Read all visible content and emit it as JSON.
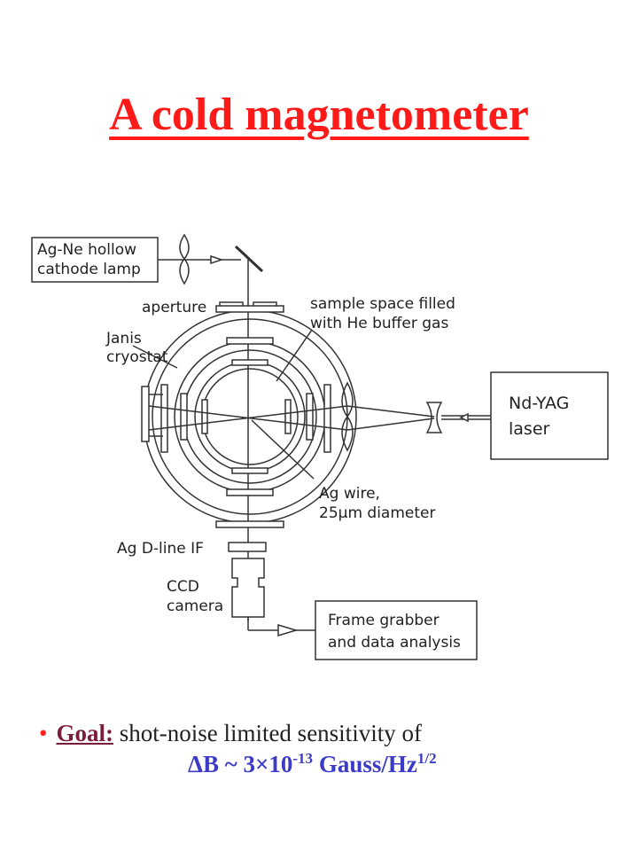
{
  "title": "A cold magnetometer",
  "diagram": {
    "lamp_line1": "Ag-Ne hollow",
    "lamp_line2": "cathode lamp",
    "aperture": "aperture",
    "cryostat_line1": "Janis",
    "cryostat_line2": "cryostat",
    "sample_line1": "sample space filled",
    "sample_line2": "with He buffer gas",
    "laser_line1": "Nd-YAG",
    "laser_line2": "laser",
    "wire_line1": "Ag wire,",
    "wire_line2": "25μm diameter",
    "filter": "Ag D-line IF",
    "camera_line1": "CCD",
    "camera_line2": "camera",
    "grabber_line1": "Frame grabber",
    "grabber_line2": "and data analysis"
  },
  "goal": {
    "bullet": "•",
    "label": "Goal:",
    "text": "shot-noise limited sensitivity of",
    "delta_symbol": "Δ",
    "formula_base": "B ~ 3",
    "times_symbol": "×",
    "formula_mid": "10",
    "exponent": "-13",
    "units": "Gauss/Hz",
    "units_exponent": "1/2"
  }
}
